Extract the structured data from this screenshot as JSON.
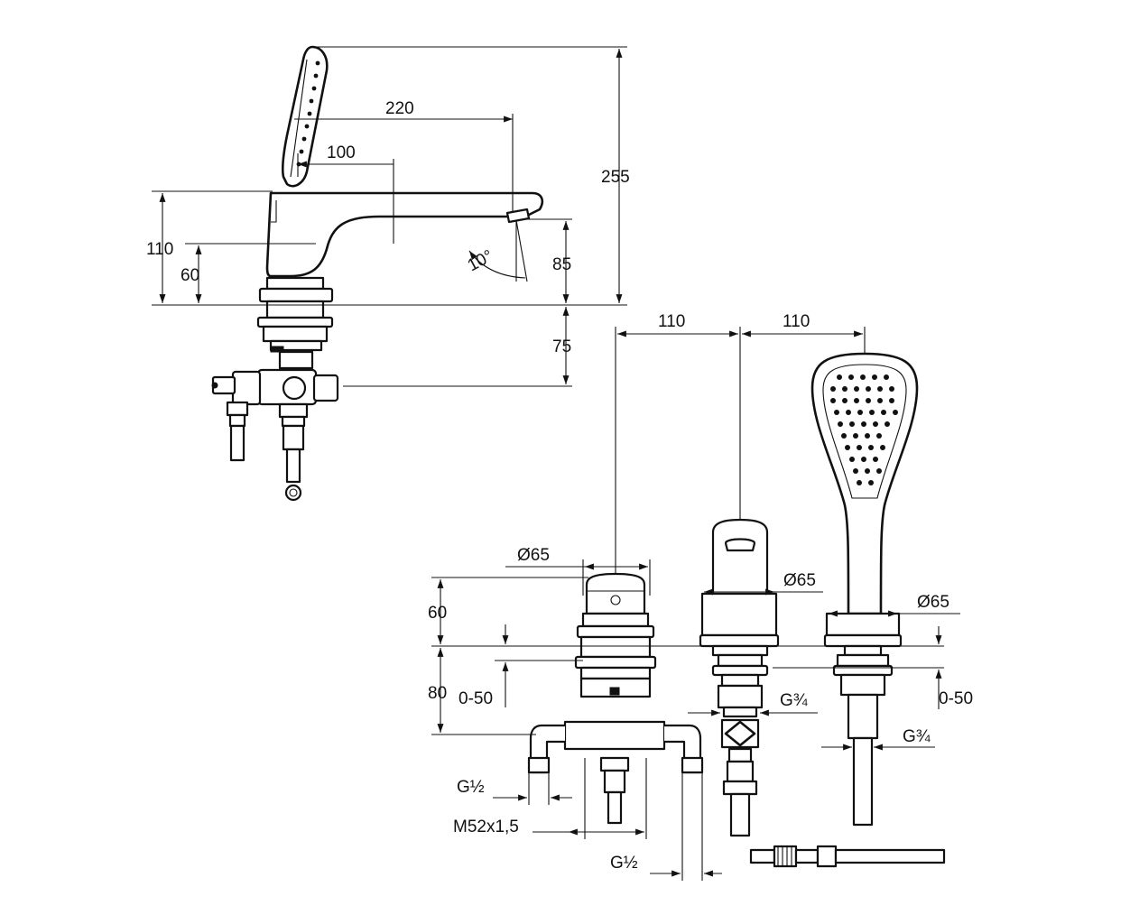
{
  "dims": {
    "d220": "220",
    "d100": "100",
    "d255": "255",
    "d110_left": "110",
    "d60_left": "60",
    "d85": "85",
    "d75": "75",
    "angle10": "10°",
    "d110_top_a": "110",
    "d110_top_b": "110",
    "dia65_a": "Ø65",
    "dia65_b": "Ø65",
    "dia65_c": "Ø65",
    "d60_right": "60",
    "d80": "80",
    "d0_50_a": "0-50",
    "d0_50_b": "0-50",
    "g34_a": "G¾",
    "g34_b": "G¾",
    "g12_a": "G½",
    "g12_b": "G½",
    "m52": "M52x1,5"
  }
}
